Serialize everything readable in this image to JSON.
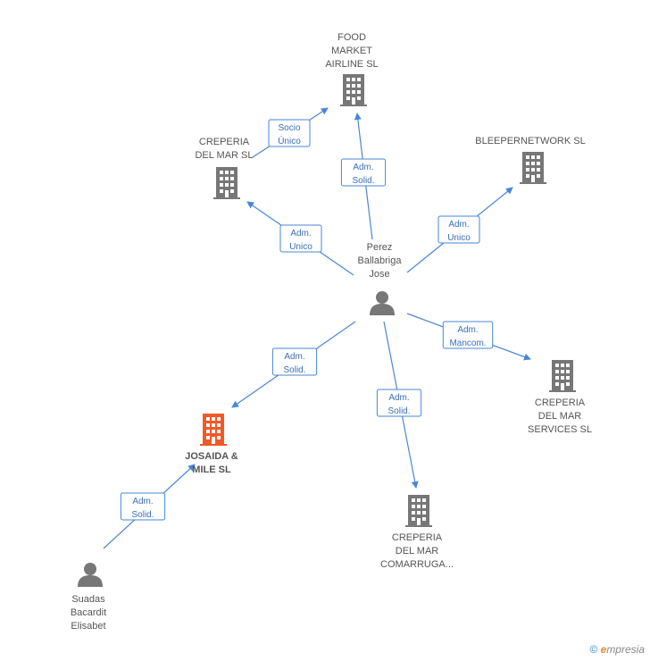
{
  "colors": {
    "edge": "#4a86d6",
    "building": "#777777",
    "building_focus": "#f05a28",
    "person": "#777777",
    "label": "#555555"
  },
  "nodes": [
    {
      "id": "food",
      "type": "company",
      "lines": [
        "FOOD",
        "MARKET",
        "AIRLINE SL"
      ],
      "icon": "building-icon"
    },
    {
      "id": "crep_mar",
      "type": "company",
      "lines": [
        "CREPERIA",
        "DEL MAR SL"
      ],
      "icon": "building-icon"
    },
    {
      "id": "bleeper",
      "type": "company",
      "lines": [
        "BLEEPERNETWORK SL"
      ],
      "icon": "building-icon"
    },
    {
      "id": "perez",
      "type": "person",
      "lines": [
        "Perez",
        "Ballabriga",
        "Jose"
      ],
      "icon": "person-icon"
    },
    {
      "id": "crep_services",
      "type": "company",
      "lines": [
        "CREPERIA",
        "DEL MAR",
        "SERVICES SL"
      ],
      "icon": "building-icon"
    },
    {
      "id": "josaida",
      "type": "company_focus",
      "lines": [
        "JOSAIDA &",
        "MILE SL"
      ],
      "icon": "building-icon"
    },
    {
      "id": "crep_comarruga",
      "type": "company",
      "lines": [
        "CREPERIA",
        "DEL MAR",
        "COMARRUGA..."
      ],
      "icon": "building-icon"
    },
    {
      "id": "suadas",
      "type": "person",
      "lines": [
        "Suadas",
        "Bacardit",
        "Elisabet"
      ],
      "icon": "person-icon"
    }
  ],
  "edges": [
    {
      "from": "perez",
      "to": "food",
      "label": [
        "Adm.",
        "Solid."
      ]
    },
    {
      "from": "crep_mar",
      "to": "food",
      "label": [
        "Socio",
        "Único"
      ]
    },
    {
      "from": "perez",
      "to": "crep_mar",
      "label": [
        "Adm.",
        "Unico"
      ]
    },
    {
      "from": "perez",
      "to": "bleeper",
      "label": [
        "Adm.",
        "Unico"
      ]
    },
    {
      "from": "perez",
      "to": "crep_services",
      "label": [
        "Adm.",
        "Mancom."
      ]
    },
    {
      "from": "perez",
      "to": "josaida",
      "label": [
        "Adm.",
        "Solid."
      ]
    },
    {
      "from": "perez",
      "to": "crep_comarruga",
      "label": [
        "Adm.",
        "Solid."
      ]
    },
    {
      "from": "suadas",
      "to": "josaida",
      "label": [
        "Adm.",
        "Solid."
      ]
    }
  ],
  "footer": {
    "copyright_symbol": "©",
    "brand_initial": "e",
    "brand_rest": "mpresia"
  }
}
